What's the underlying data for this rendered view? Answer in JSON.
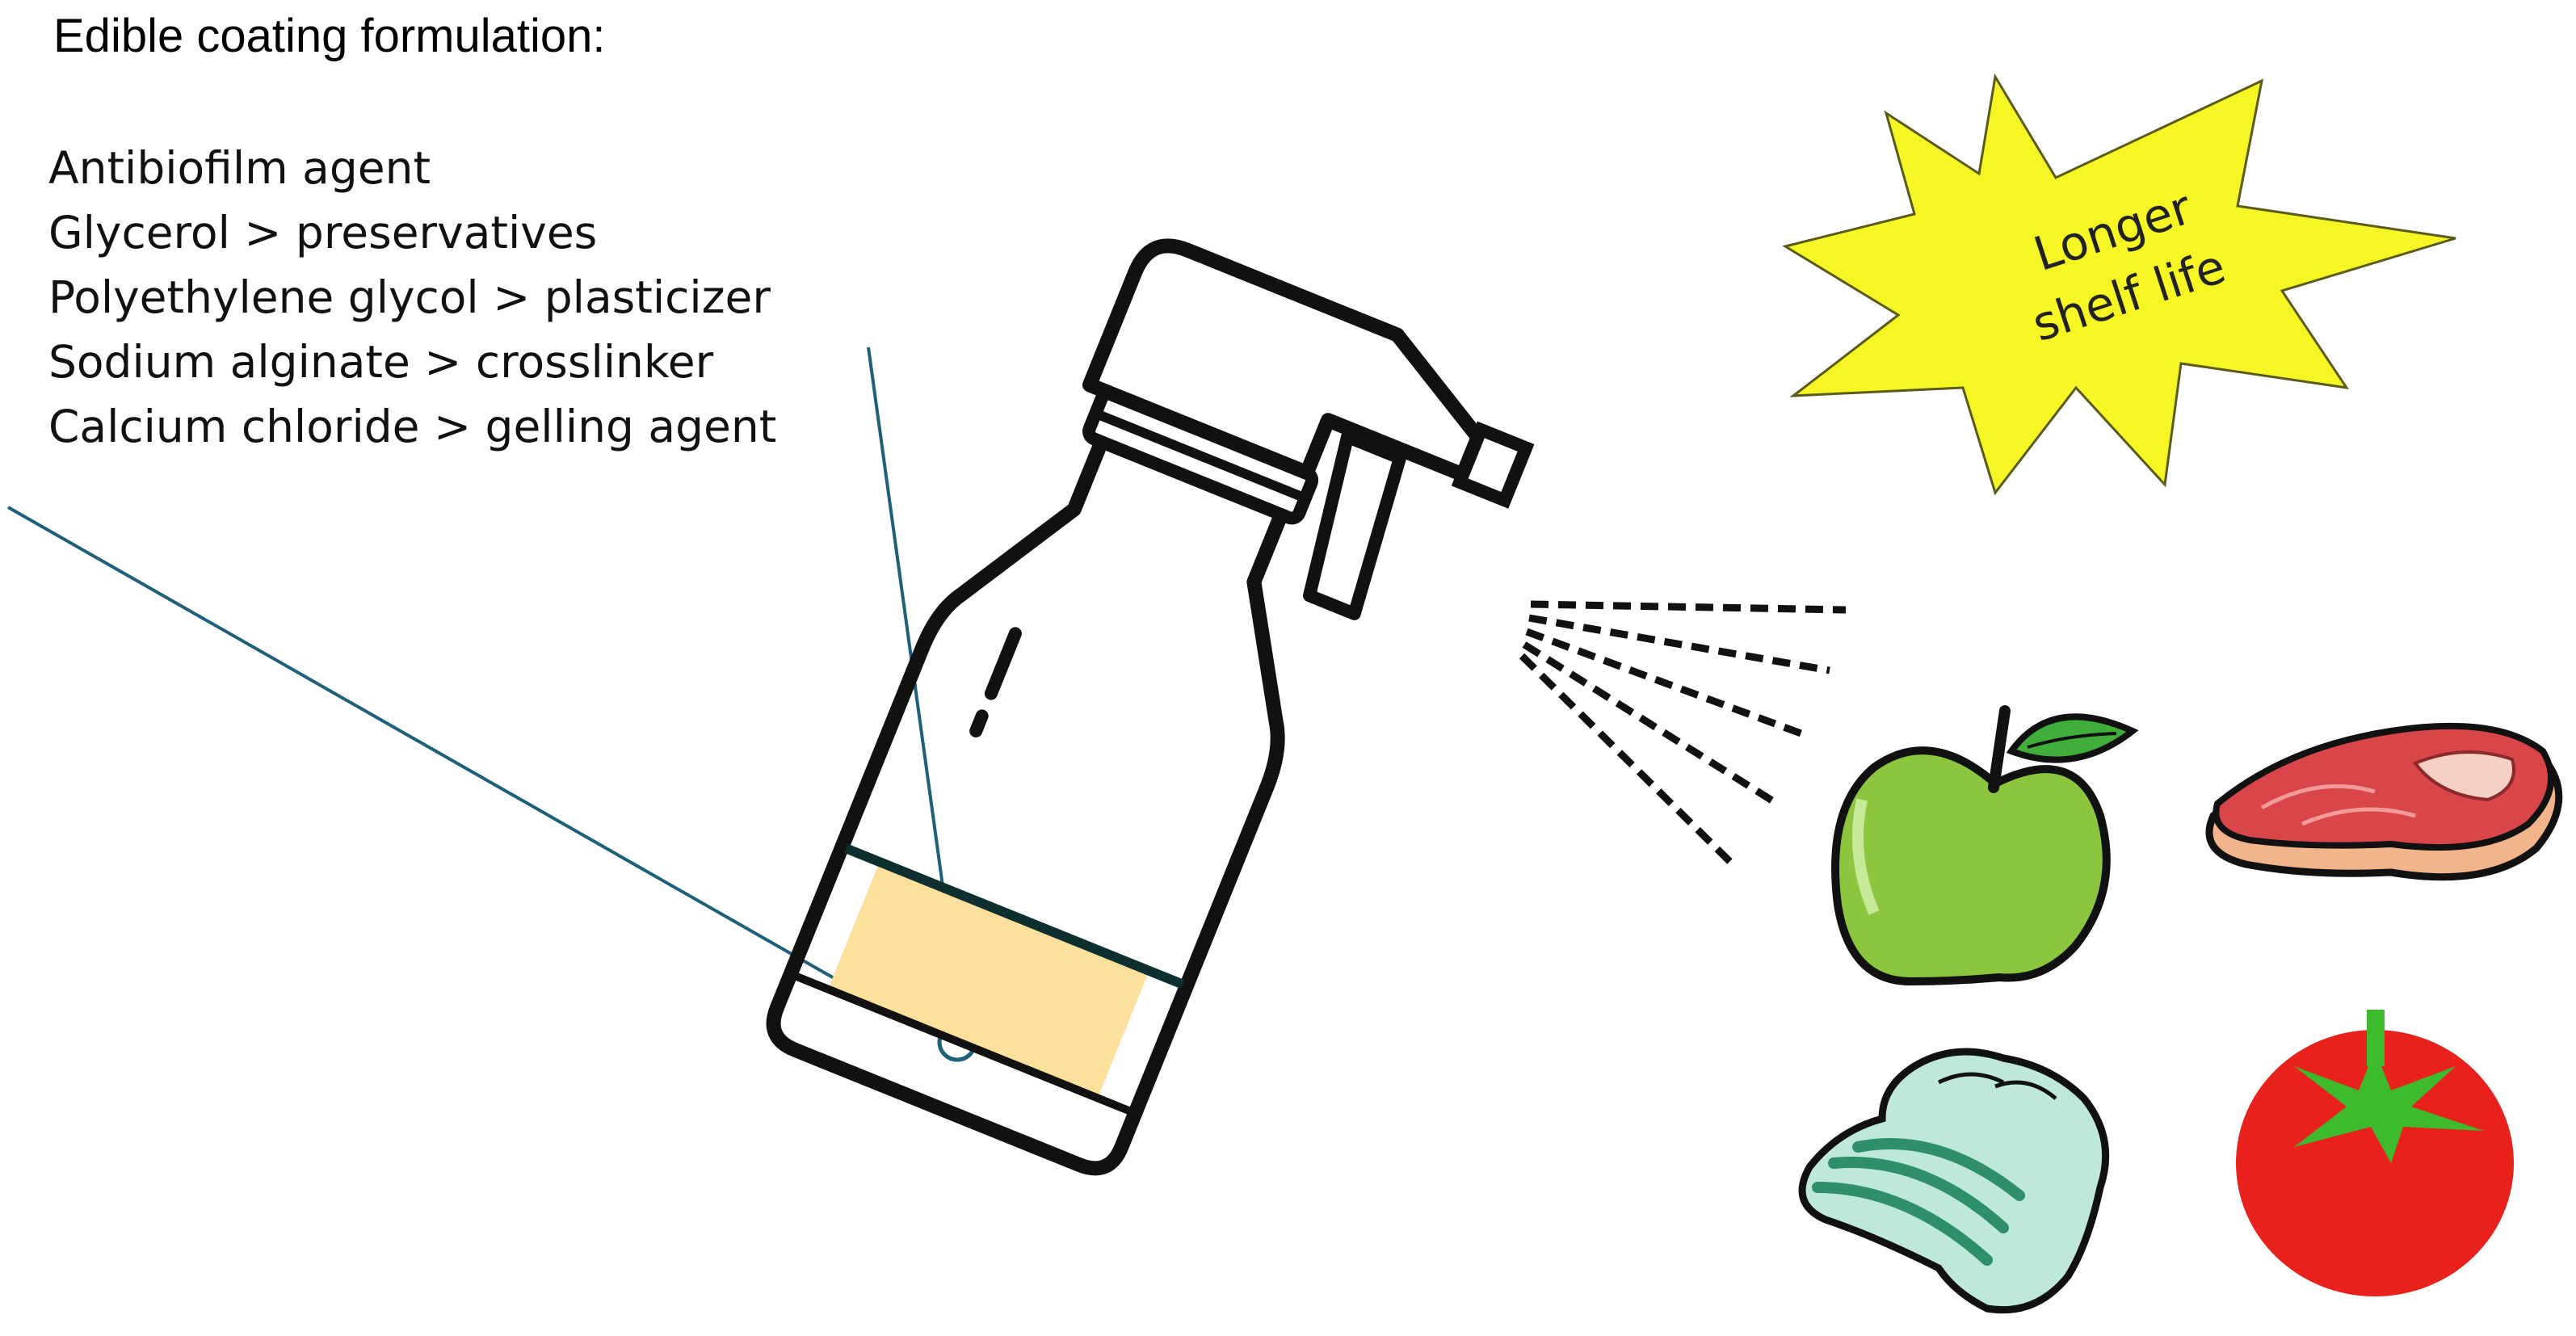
{
  "title": "Edible coating formulation:",
  "ingredients": [
    "Antibiofilm agent",
    "Glycerol > preservatives",
    "Polyethylene glycol > plasticizer",
    "Sodium alginate > crosslinker",
    "Calcium chloride > gelling agent"
  ],
  "burst": {
    "line1": "Longer",
    "line2": "shelf life",
    "fill": "#f6f624"
  },
  "colors": {
    "pointer_line": "#1e5f7a",
    "coating_liquid": "#fde09b",
    "apple": "#8cc63f",
    "meat": "#d9464a",
    "lettuce": "#bfe8dc",
    "tomato": "#e8211d",
    "tomato_leaves": "#3dbb2d"
  }
}
